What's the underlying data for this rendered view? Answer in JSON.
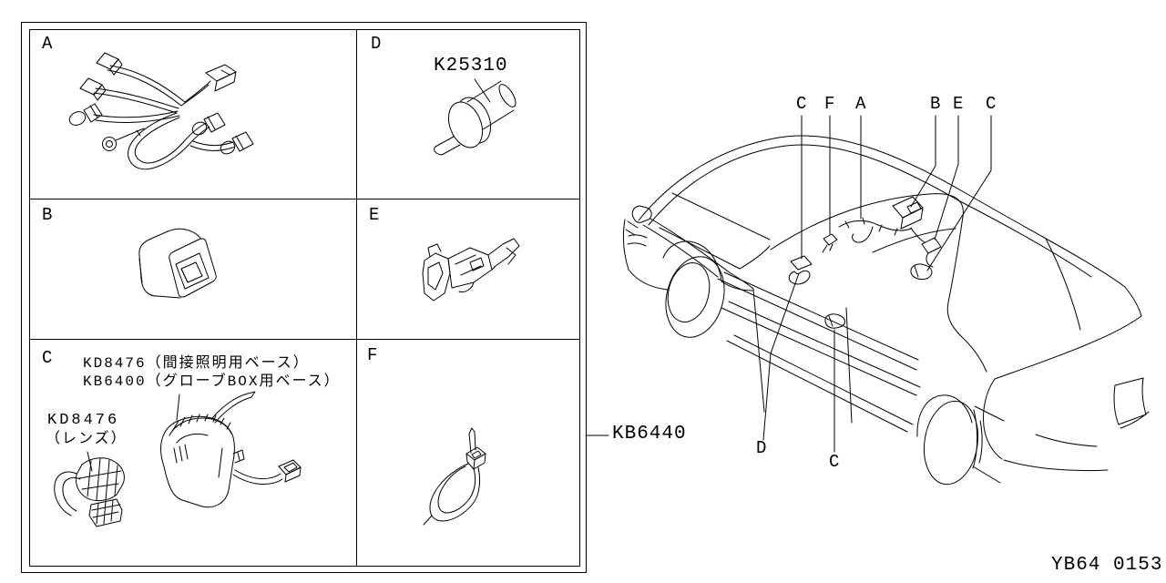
{
  "panel": {
    "cells": [
      {
        "id": "A",
        "label": "A",
        "content": "wiring-harness"
      },
      {
        "id": "B",
        "label": "B",
        "content": "switch"
      },
      {
        "id": "C",
        "label": "C",
        "content": "lamp-base-and-lens"
      },
      {
        "id": "D",
        "label": "D",
        "content": "bulb-socket"
      },
      {
        "id": "E",
        "label": "E",
        "content": "clip"
      },
      {
        "id": "F",
        "label": "F",
        "content": "cable-tie"
      }
    ],
    "part_labels": {
      "d_part_number": "K25310",
      "c_base_line1": "KD8476（間接照明用ベース）",
      "c_base_line2": "KB6400（グローブBOX用ベース）",
      "c_lens_line1": "KD8476",
      "c_lens_line2": "（レンズ）"
    },
    "assembly_number": "KB6440"
  },
  "car": {
    "callouts_top": [
      "C",
      "F",
      "A",
      "B",
      "E",
      "C"
    ],
    "callouts_bottom": [
      "D",
      "C"
    ]
  },
  "figure_code": "YB64 0153"
}
